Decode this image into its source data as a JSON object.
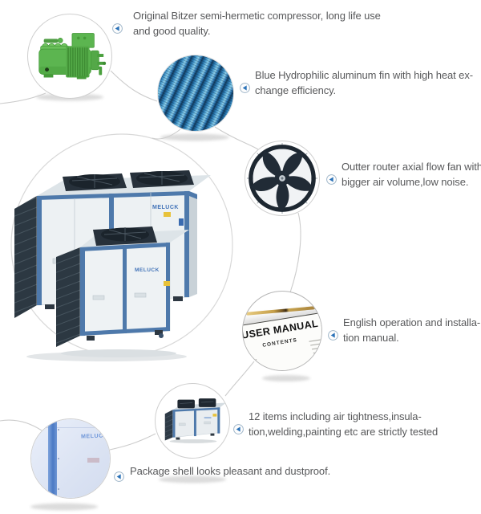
{
  "brand": {
    "label": "MELUCK"
  },
  "features": [
    {
      "id": "compressor",
      "lines": [
        "Original Bitzer semi-hermetic compressor, long life use",
        "and good quality."
      ]
    },
    {
      "id": "fin",
      "lines": [
        "Blue Hydrophilic aluminum fin with high heat ex-",
        "change efficiency."
      ]
    },
    {
      "id": "fan",
      "lines": [
        "Outter router axial flow fan with",
        "bigger air volume,low noise."
      ]
    },
    {
      "id": "manual",
      "lines": [
        "English operation and installa-",
        "tion manual."
      ]
    },
    {
      "id": "testing",
      "lines": [
        "12 items including air tightness,insula-",
        "tion,welding,painting etc are strictly tested"
      ]
    },
    {
      "id": "package",
      "lines": [
        "Package shell looks pleasant and dustproof."
      ]
    }
  ],
  "manual": {
    "title": "USER MANUAL",
    "contents_heading": "CONTENTS"
  },
  "icons": {
    "bullet": "left-triangle-in-circle"
  },
  "colors": {
    "text": "#58595b",
    "accent_blue": "#2b72b8",
    "bitzer_green": "#5cb550",
    "fin_dark": "#123c5e",
    "fin_light": "#5fb0dc",
    "unit_post_blue": "#4e79ab",
    "connector_gray": "#cccccc"
  }
}
